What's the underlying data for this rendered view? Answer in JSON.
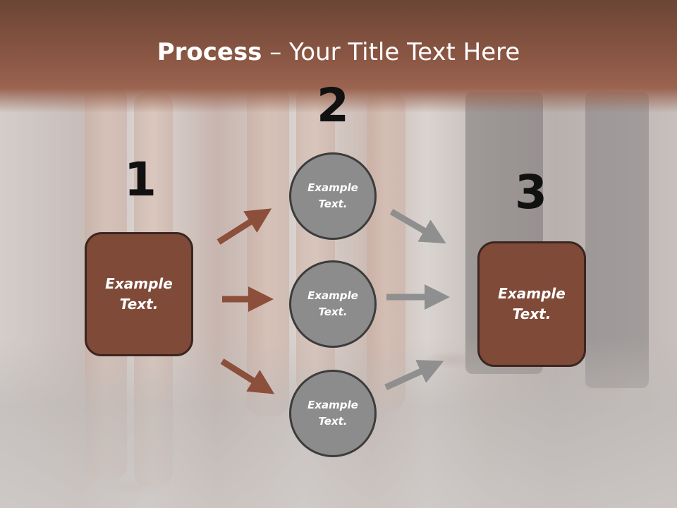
{
  "title": {
    "bold": "Process",
    "rest": " – Your Title Text Here"
  },
  "steps": {
    "one": {
      "number": "1",
      "box_text": "Example\nText."
    },
    "two": {
      "number": "2",
      "circles": [
        {
          "text": "Example\nText."
        },
        {
          "text": "Example\nText."
        },
        {
          "text": "Example\nText."
        }
      ]
    },
    "three": {
      "number": "3",
      "box_text": "Example\nText."
    }
  },
  "colors": {
    "box_fill": "#7f4a38",
    "circle_fill": "#8c8c8c",
    "brown_arrow": "#8b4f3b",
    "gray_arrow": "#8f8f8f",
    "header": "#8a5644"
  }
}
